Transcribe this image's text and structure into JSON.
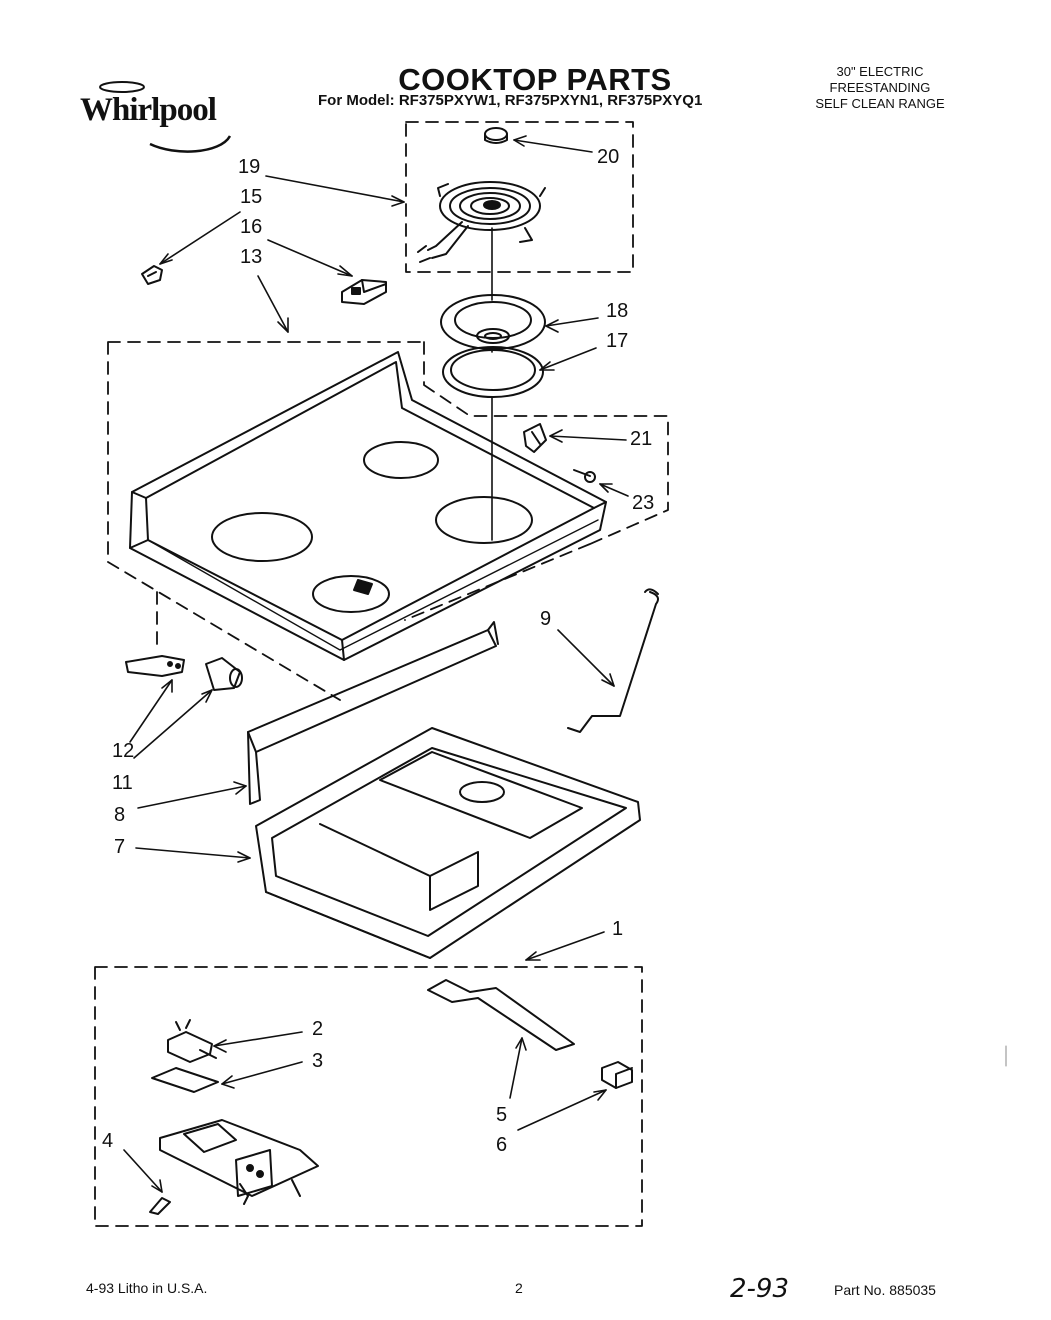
{
  "header": {
    "brand": "Whirlpool",
    "title": "COOKTOP PARTS",
    "model_line": "For Model: RF375PXYW1, RF375PXYN1, RF375PXYQ1",
    "spec_lines": [
      "30\" ELECTRIC",
      "FREESTANDING",
      "SELF CLEAN RANGE"
    ]
  },
  "callouts": {
    "c20": "20",
    "c19": "19",
    "c15": "15",
    "c16": "16",
    "c13": "13",
    "c18": "18",
    "c17": "17",
    "c21": "21",
    "c23": "23",
    "c9": "9",
    "c12": "12",
    "c11": "11",
    "c8": "8",
    "c7": "7",
    "c1": "1",
    "c2": "2",
    "c3": "3",
    "c4": "4",
    "c5": "5",
    "c6": "6"
  },
  "footer": {
    "litho": "4-93 Litho in U.S.A.",
    "page": "2",
    "handwritten_date": "2-93",
    "part_no": "Part No. 885035"
  }
}
